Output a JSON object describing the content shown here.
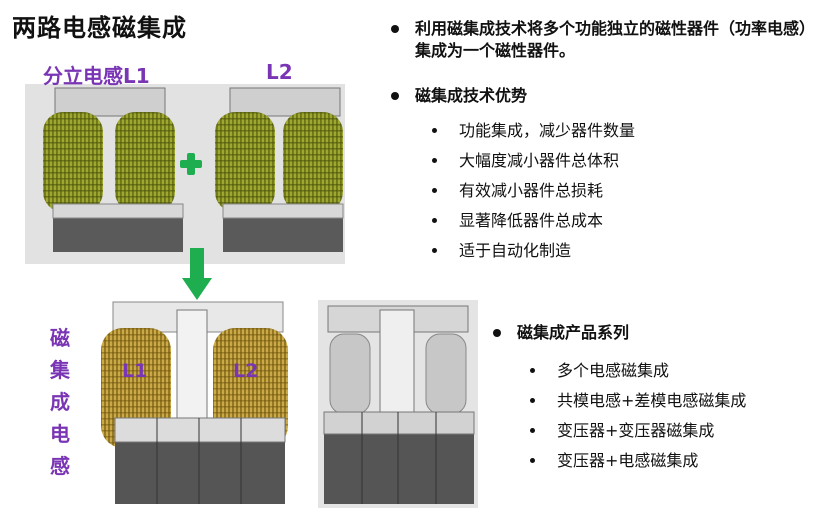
{
  "title": "两路电感磁集成",
  "labels": {
    "discrete_l1": "分立电感L1",
    "l2": "L2",
    "img_l1": "L1",
    "img_l2": "L2",
    "vertical": [
      "磁",
      "集",
      "成",
      "电",
      "感"
    ]
  },
  "bullets": {
    "p1": "利用磁集成技术将多个功能独立的磁性器件（功率电感）集成为一个磁性器件。",
    "p2": "磁集成技术优势",
    "p2_items": [
      "功能集成，减少器件数量",
      "大幅度减小器件总体积",
      "有效减小器件总损耗",
      "显著降低器件总成本",
      "适于自动化制造"
    ],
    "p3": "磁集成产品系列",
    "p3_items": [
      "多个电感磁集成",
      "共模电感+差模电感磁集成",
      "变压器+变压器磁集成",
      "变压器+电感磁集成"
    ]
  },
  "colors": {
    "purple": "#7a35b5",
    "green": "#1fae4f",
    "coil": "#8f9a1f",
    "coil_gold": "#c9a53a",
    "core": "#5d5d5d"
  }
}
